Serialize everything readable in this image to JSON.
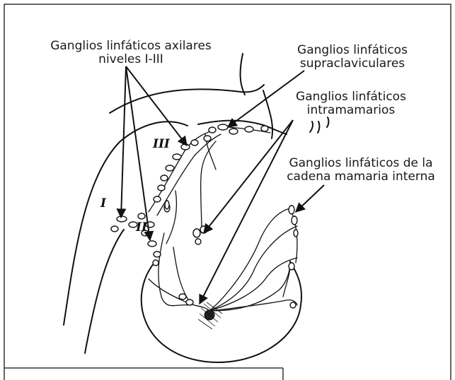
{
  "labels": {
    "axillary": {
      "line1": "Ganglios linfáticos axilares",
      "line2": "niveles I-III"
    },
    "supraclavicular": {
      "line1": "Ganglios linfáticos",
      "line2": "supraclaviculares"
    },
    "intramammary": {
      "line1": "Ganglios linfáticos",
      "line2": "intramamarios"
    },
    "internal_mammary": {
      "line1": "Ganglios linfáticos de la",
      "line2": "cadena mamaria interna"
    }
  },
  "levels": {
    "level1": "I",
    "level2": "II",
    "level3": "III"
  },
  "colors": {
    "stroke": "#111111",
    "frame": "#333333",
    "background": "#ffffff"
  }
}
